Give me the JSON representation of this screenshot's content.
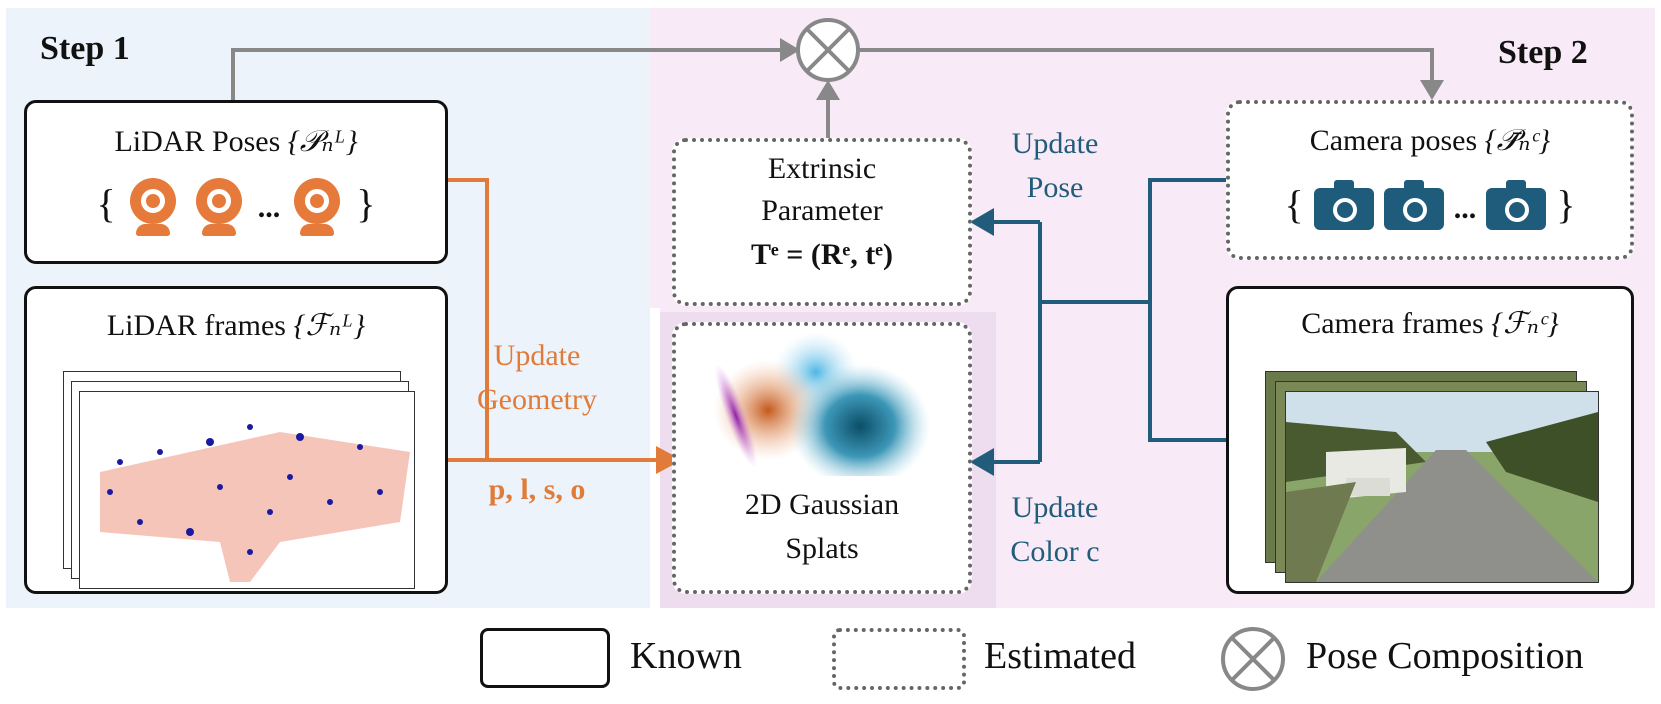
{
  "step1": {
    "label": "Step 1"
  },
  "step2": {
    "label": "Step 2"
  },
  "lidar_poses": {
    "label": "LiDAR Poses",
    "math": "{𝒫ₙᴸ}",
    "open": "{",
    "ellipsis": "...",
    "close": "}"
  },
  "lidar_frames": {
    "label": "LiDAR frames",
    "math": "{ℱₙᴸ}"
  },
  "extrinsic": {
    "line1": "Extrinsic",
    "line2": "Parameter",
    "formula": "Tᵉ = (Rᵉ, tᵉ)"
  },
  "gaussian": {
    "line1": "2D Gaussian",
    "line2": "Splats"
  },
  "camera_poses": {
    "label": "Camera poses",
    "math": "{𝒫̄ₙᶜ}",
    "open": "{",
    "ellipsis": "...",
    "close": "}"
  },
  "camera_frames": {
    "label": "Camera frames",
    "math": "{ℱₙᶜ}"
  },
  "update_geometry": {
    "line1": "Update",
    "line2": "Geometry",
    "params": "p, l, s, o"
  },
  "update_pose": {
    "line1": "Update",
    "line2": "Pose"
  },
  "update_color": {
    "line1": "Update",
    "line2": "Color c"
  },
  "legend": {
    "known": "Known",
    "estimated": "Estimated",
    "pose_composition": "Pose Composition"
  },
  "colors": {
    "orange": "#e07b39",
    "blue": "#215c7a",
    "gray": "#888888",
    "step1_bg": "#edf3fa",
    "step2_bg": "#f8eaf6"
  }
}
